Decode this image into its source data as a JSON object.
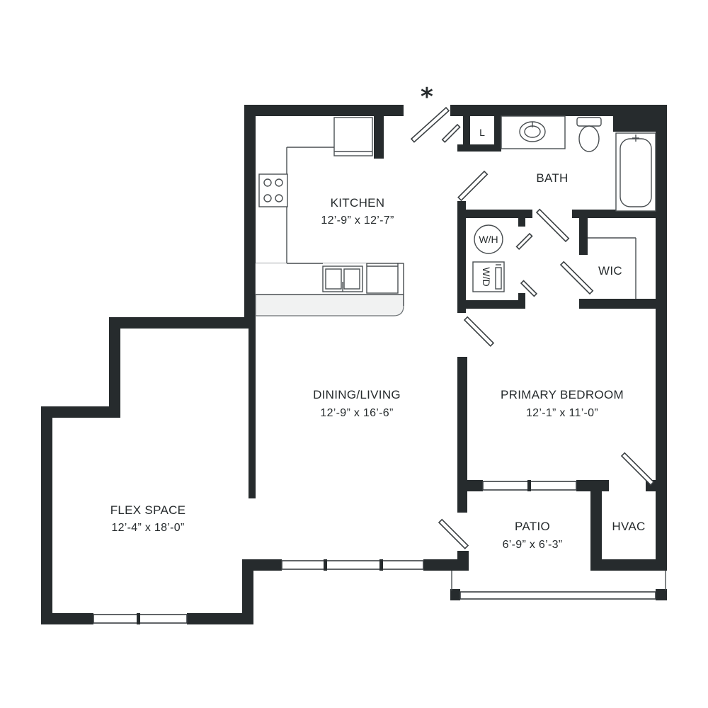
{
  "entry_marker": "*",
  "rooms": {
    "kitchen": {
      "name": "KITCHEN",
      "dims": "12’-9” x 12’-7”"
    },
    "bath": {
      "name": "BATH"
    },
    "dining_living": {
      "name": "DINING/LIVING",
      "dims": "12’-9” x 16’-6”"
    },
    "primary_bedroom": {
      "name": "PRIMARY BEDROOM",
      "dims": "12’-1” x 11’-0”"
    },
    "wic": {
      "name": "WIC"
    },
    "flex_space": {
      "name": "FLEX SPACE",
      "dims": "12’-4” x 18’-0”"
    },
    "patio": {
      "name": "PATIO",
      "dims": "6’-9” x 6’-3”"
    },
    "hvac": {
      "name": "HVAC"
    }
  },
  "fixtures": {
    "linen": "L",
    "water_heater": "W/H",
    "washer_dryer": "W/D"
  },
  "colors": {
    "wall": "#262b2d",
    "line": "#4a4f52",
    "background": "#ffffff"
  }
}
